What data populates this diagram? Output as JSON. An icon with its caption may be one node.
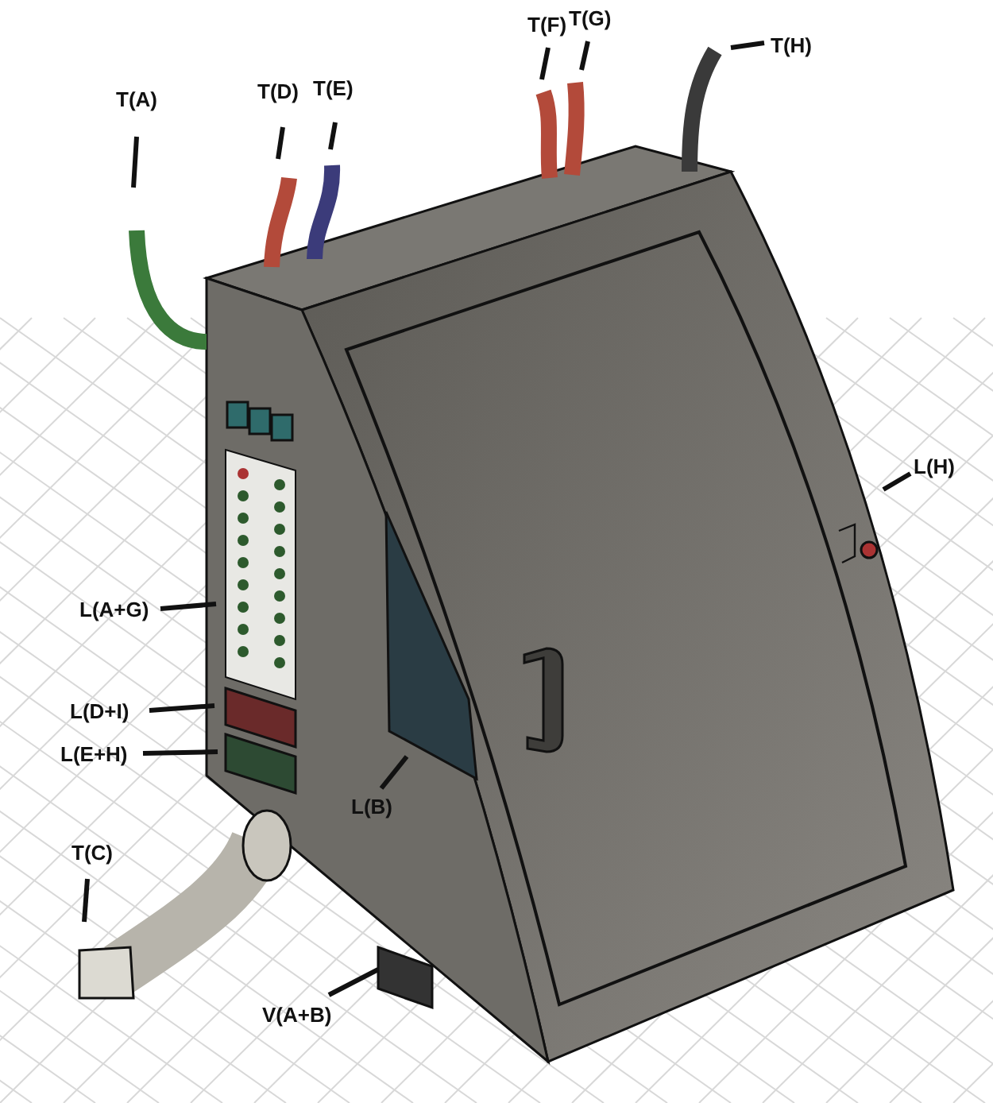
{
  "diagram": {
    "nodes": [
      {
        "text": [
          "T(A)"
        ]
      },
      {
        "text": [
          "T(D)"
        ]
      },
      {
        "text": [
          "T(E)"
        ]
      },
      {
        "text": [
          "T(F)"
        ]
      },
      {
        "text": [
          "T(G)"
        ]
      },
      {
        "text": [
          "T(H)"
        ]
      },
      {
        "text": [
          "L(H)"
        ]
      },
      {
        "text": [
          "L(A+G)"
        ]
      },
      {
        "text": [
          "L(D+I)"
        ]
      },
      {
        "text": [
          "L(E+H)"
        ]
      },
      {
        "text": [
          "L(B)"
        ]
      },
      {
        "text": [
          "T(C)"
        ]
      },
      {
        "text": [
          "V(A+B)"
        ]
      }
    ],
    "edges": [
      {
        "from": 0,
        "to": null,
        "arrow": "none"
      },
      {
        "from": 1,
        "to": null,
        "arrow": "none"
      },
      {
        "from": 2,
        "to": null,
        "arrow": "none"
      },
      {
        "from": 3,
        "to": null,
        "arrow": "none"
      },
      {
        "from": 4,
        "to": null,
        "arrow": "none"
      },
      {
        "from": 5,
        "to": null,
        "arrow": "none"
      },
      {
        "from": 6,
        "to": null,
        "arrow": "none"
      },
      {
        "from": 7,
        "to": null,
        "arrow": "none"
      },
      {
        "from": 8,
        "to": null,
        "arrow": "none"
      },
      {
        "from": 9,
        "to": null,
        "arrow": "none"
      },
      {
        "from": 10,
        "to": null,
        "arrow": "none"
      },
      {
        "from": 11,
        "to": null,
        "arrow": "none"
      },
      {
        "from": 12,
        "to": null,
        "arrow": "none"
      }
    ]
  }
}
